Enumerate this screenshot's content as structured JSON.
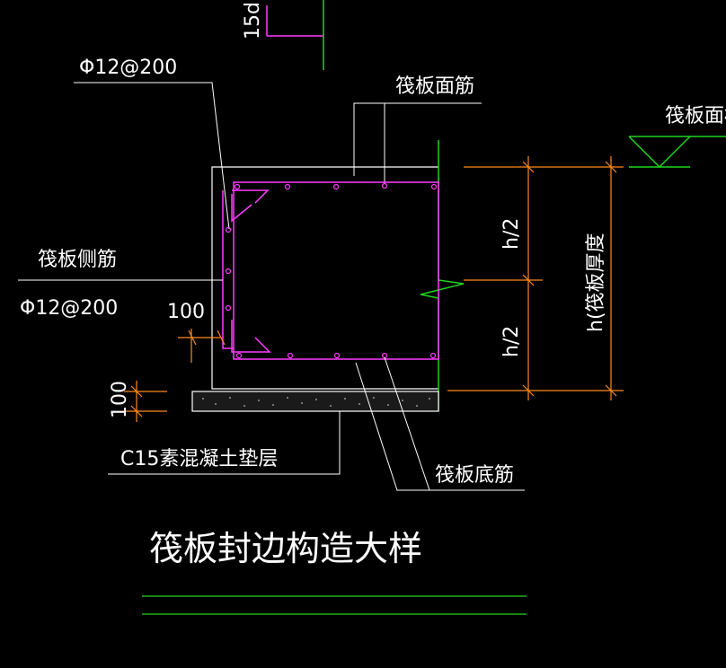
{
  "labels": {
    "d15": "15d",
    "top_spec": "Φ12@200",
    "face_bar": "筏板面筋",
    "face_level": "筏板面标",
    "side_bar": "筏板侧筋",
    "side_spec": "Φ12@200",
    "cover_100": "100",
    "half_top": "h/2",
    "half_bot": "h/2",
    "thickness": "h(筏板厚度",
    "pad_100": "100",
    "cushion": "C15素混凝土垫层",
    "bottom_bar": "筏板底筋",
    "title": "筏板封边构造大样"
  },
  "colors": {
    "background": "#000000",
    "rebar": "#ff3bff",
    "dimension": "#ff8a1e",
    "leader": "#ffffff",
    "cut_line": "#1fd51f"
  }
}
